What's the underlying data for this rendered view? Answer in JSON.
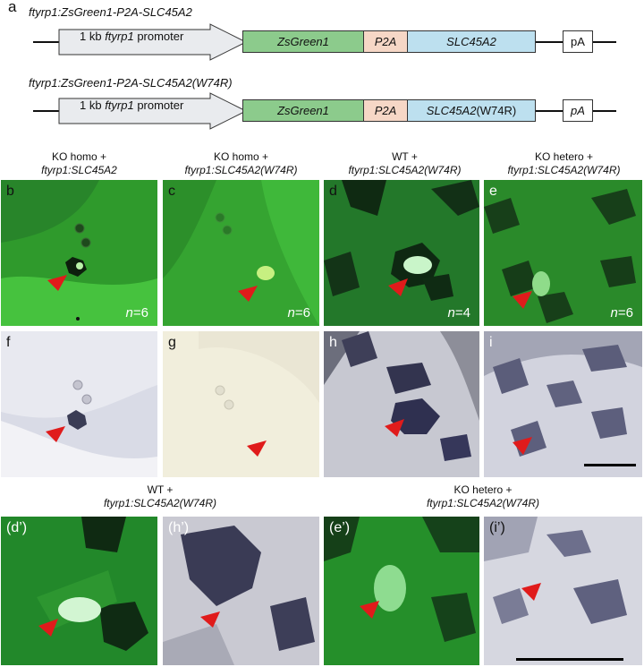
{
  "panel_a": {
    "label": "a",
    "constructs": [
      {
        "title": "ftyrp1:ZsGreen1-P2A-SLC45A2",
        "promoter": {
          "prefix": "1 kb ",
          "gene": "ftyrp1",
          "suffix": " promoter"
        },
        "zsgreen": "ZsGreen1",
        "p2a": "P2A",
        "slc": "SLC45A2",
        "pa": "pA"
      },
      {
        "title": "ftyrp1:ZsGreen1-P2A-SLC45A2(W74R)",
        "promoter": {
          "prefix": "1 kb ",
          "gene": "ftyrp1",
          "suffix": " promoter"
        },
        "zsgreen": "ZsGreen1",
        "p2a": "P2A",
        "slc_gene": "SLC45A2",
        "slc_mut": "(W74R)",
        "pa": "pA"
      }
    ]
  },
  "columns": [
    {
      "line1": "KO homo +",
      "line2": "ftyrp1:SLC45A2"
    },
    {
      "line1": "KO homo +",
      "line2": "ftyrp1:SLC45A2(W74R)"
    },
    {
      "line1": "WT +",
      "line2": "ftyrp1:SLC45A2(W74R)"
    },
    {
      "line1": "KO hetero +",
      "line2": "ftyrp1:SLC45A2(W74R)"
    }
  ],
  "fluor_panels": [
    {
      "label": "b",
      "n_prefix": "n",
      "n_value": "=6"
    },
    {
      "label": "c",
      "n_prefix": "n",
      "n_value": "=6"
    },
    {
      "label": "d",
      "n_prefix": "n",
      "n_value": "=4"
    },
    {
      "label": "e",
      "n_prefix": "n",
      "n_value": "=6"
    }
  ],
  "bright_panels": [
    {
      "label": "f"
    },
    {
      "label": "g"
    },
    {
      "label": "h"
    },
    {
      "label": "i"
    }
  ],
  "zoom_groups": [
    {
      "line1": "WT +",
      "line2": "ftyrp1:SLC45A2(W74R)"
    },
    {
      "line1": "KO hetero +",
      "line2": "ftyrp1:SLC45A2(W74R)"
    }
  ],
  "zoom_panels": [
    {
      "label": "(d’)"
    },
    {
      "label": "(h’)"
    },
    {
      "label": "(e’)"
    },
    {
      "label": "(i’)"
    }
  ],
  "colors": {
    "arrow": "#e01b1b",
    "fluor_bg": "#2e8f2a",
    "bright_bg": "#e8e8ee"
  }
}
